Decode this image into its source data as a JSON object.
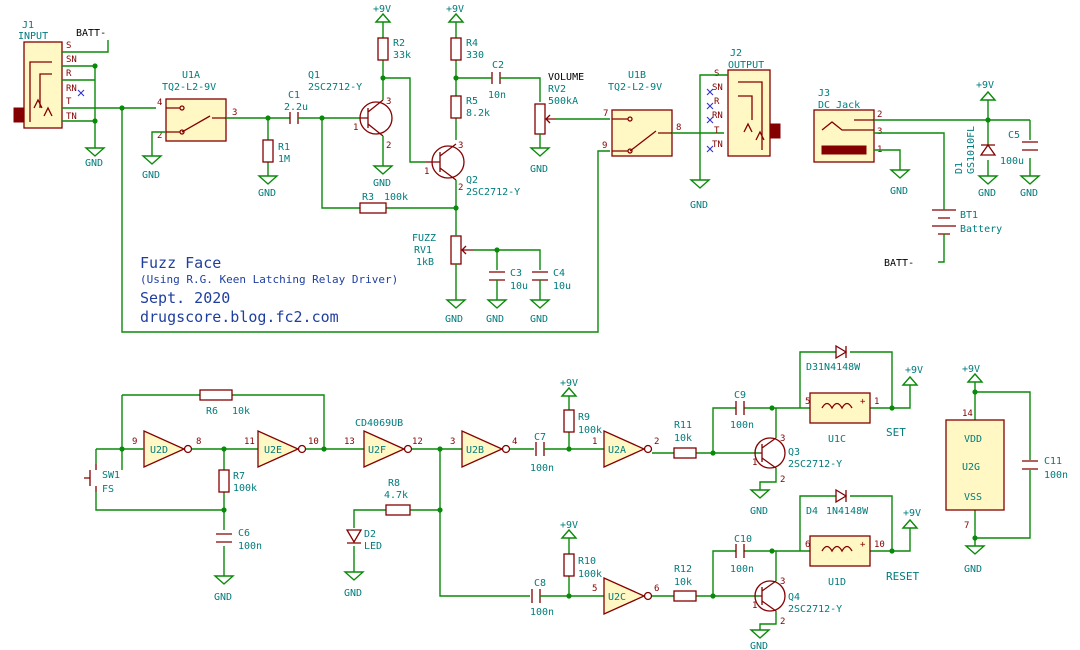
{
  "title": {
    "line1": "Fuzz Face",
    "line2": "(Using R.G. Keen Latching Relay Driver)",
    "line3": "Sept. 2020",
    "line4": "drugscore.blog.fc2.com"
  },
  "nets": {
    "vcc": "+9V",
    "gnd": "GND",
    "batt": "BATT-",
    "set": "SET",
    "reset": "RESET"
  },
  "j1": {
    "ref": "J1",
    "value": "INPUT",
    "pins": [
      "S",
      "SN",
      "R",
      "RN",
      "T",
      "TN"
    ]
  },
  "j2": {
    "ref": "J2",
    "value": "OUTPUT",
    "pins": [
      "S",
      "SN",
      "R",
      "RN",
      "T",
      "TN"
    ]
  },
  "j3": {
    "ref": "J3",
    "value": "DC_Jack",
    "pins": [
      "2",
      "3",
      "1"
    ]
  },
  "u1a": {
    "ref": "U1A",
    "value": "TQ2-L2-9V",
    "pins": [
      "4",
      "2",
      "3"
    ]
  },
  "u1b": {
    "ref": "U1B",
    "value": "TQ2-L2-9V",
    "pins": [
      "7",
      "9",
      "8"
    ]
  },
  "u1c": {
    "ref": "U1C",
    "pins": [
      "5",
      "1"
    ]
  },
  "u1d": {
    "ref": "U1D",
    "pins": [
      "6",
      "10"
    ]
  },
  "c1": {
    "ref": "C1",
    "value": "2.2u"
  },
  "c2": {
    "ref": "C2",
    "value": "10n"
  },
  "c3": {
    "ref": "C3",
    "value": "10u"
  },
  "c4": {
    "ref": "C4",
    "value": "10u"
  },
  "c5": {
    "ref": "C5",
    "value": "100u"
  },
  "c6": {
    "ref": "C6",
    "value": "100n"
  },
  "c7": {
    "ref": "C7",
    "value": "100n"
  },
  "c8": {
    "ref": "C8",
    "value": "100n"
  },
  "c9": {
    "ref": "C9",
    "value": "100n"
  },
  "c10": {
    "ref": "C10",
    "value": "100n"
  },
  "c11": {
    "ref": "C11",
    "value": "100n"
  },
  "r1": {
    "ref": "R1",
    "value": "1M"
  },
  "r2": {
    "ref": "R2",
    "value": "33k"
  },
  "r3": {
    "ref": "R3",
    "value": "100k"
  },
  "r4": {
    "ref": "R4",
    "value": "330"
  },
  "r5": {
    "ref": "R5",
    "value": "8.2k"
  },
  "r6": {
    "ref": "R6",
    "value": "10k"
  },
  "r7": {
    "ref": "R7",
    "value": "100k"
  },
  "r8": {
    "ref": "R8",
    "value": "4.7k"
  },
  "r9": {
    "ref": "R9",
    "value": "100k"
  },
  "r10": {
    "ref": "R10",
    "value": "100k"
  },
  "r11": {
    "ref": "R11",
    "value": "10k"
  },
  "r12": {
    "ref": "R12",
    "value": "10k"
  },
  "rv1": {
    "name": "FUZZ",
    "ref": "RV1",
    "value": "1kB"
  },
  "rv2": {
    "name": "VOLUME",
    "ref": "RV2",
    "value": "500kA"
  },
  "q1": {
    "ref": "Q1",
    "value": "2SC2712-Y",
    "pins": [
      "1",
      "2",
      "3"
    ]
  },
  "q2": {
    "ref": "Q2",
    "value": "2SC2712-Y",
    "pins": [
      "1",
      "2",
      "3"
    ]
  },
  "q3": {
    "ref": "Q3",
    "value": "2SC2712-Y",
    "pins": [
      "1",
      "2",
      "3"
    ]
  },
  "q4": {
    "ref": "Q4",
    "value": "2SC2712-Y",
    "pins": [
      "1",
      "2",
      "3"
    ]
  },
  "d1": {
    "ref": "D1",
    "value": "GS1010FL"
  },
  "d2": {
    "ref": "D2",
    "value": "LED"
  },
  "d3": {
    "label": "D31N4148W"
  },
  "d4": {
    "ref": "D4",
    "value": "1N4148W"
  },
  "bt1": {
    "ref": "BT1",
    "value": "Battery"
  },
  "sw1": {
    "ref": "SW1",
    "value": "FS"
  },
  "ic": {
    "value": "CD4069UB",
    "u2a": {
      "label": "U2A",
      "pins": [
        "1",
        "2"
      ]
    },
    "u2b": {
      "label": "U2B",
      "pins": [
        "3",
        "4"
      ]
    },
    "u2c": {
      "label": "U2C",
      "pins": [
        "5",
        "6"
      ]
    },
    "u2d": {
      "label": "U2D",
      "pins": [
        "9",
        "8"
      ]
    },
    "u2e": {
      "label": "U2E",
      "pins": [
        "11",
        "10"
      ]
    },
    "u2f": {
      "label": "U2F",
      "pins": [
        "13",
        "12"
      ]
    },
    "u2g": {
      "label": "U2G",
      "vdd": "VDD",
      "vss": "VSS",
      "pins": [
        "14",
        "7"
      ]
    }
  }
}
